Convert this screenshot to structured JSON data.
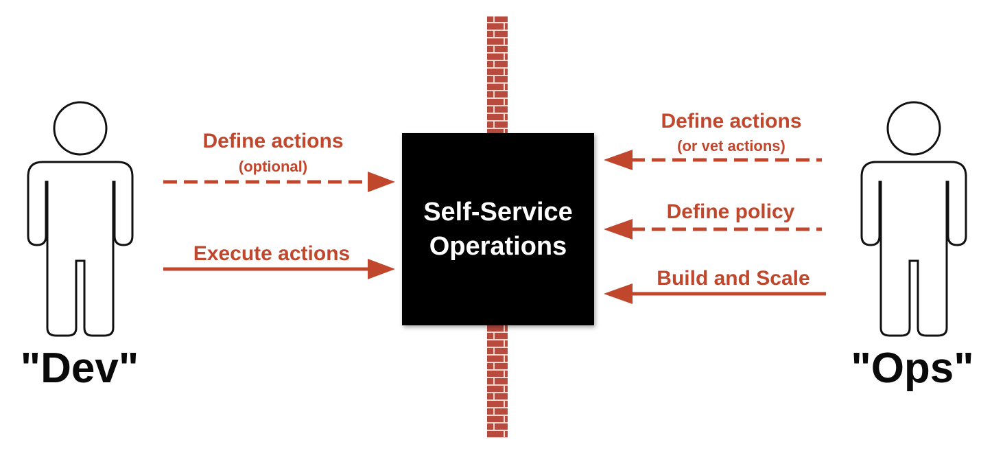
{
  "colors": {
    "accent": "#c0462c",
    "brick": "#b84a3e",
    "box": "#000000",
    "text": "#0a0a0a"
  },
  "actors": {
    "dev": {
      "label": "\"Dev\"",
      "icon": "person-outline-icon"
    },
    "ops": {
      "label": "\"Ops\"",
      "icon": "person-outline-icon"
    }
  },
  "center_box": {
    "line1": "Self-Service",
    "line2": "Operations"
  },
  "wall": {
    "icon": "brick-wall-icon"
  },
  "dev_arrows": {
    "define": {
      "label": "Define actions",
      "sublabel": "(optional)",
      "style": "dashed"
    },
    "execute": {
      "label": "Execute actions",
      "style": "solid"
    }
  },
  "ops_arrows": {
    "define": {
      "label": "Define actions",
      "sublabel": "(or vet actions)",
      "style": "dashed"
    },
    "policy": {
      "label": "Define policy",
      "style": "dashed"
    },
    "build": {
      "label": "Build and Scale",
      "style": "solid"
    }
  }
}
